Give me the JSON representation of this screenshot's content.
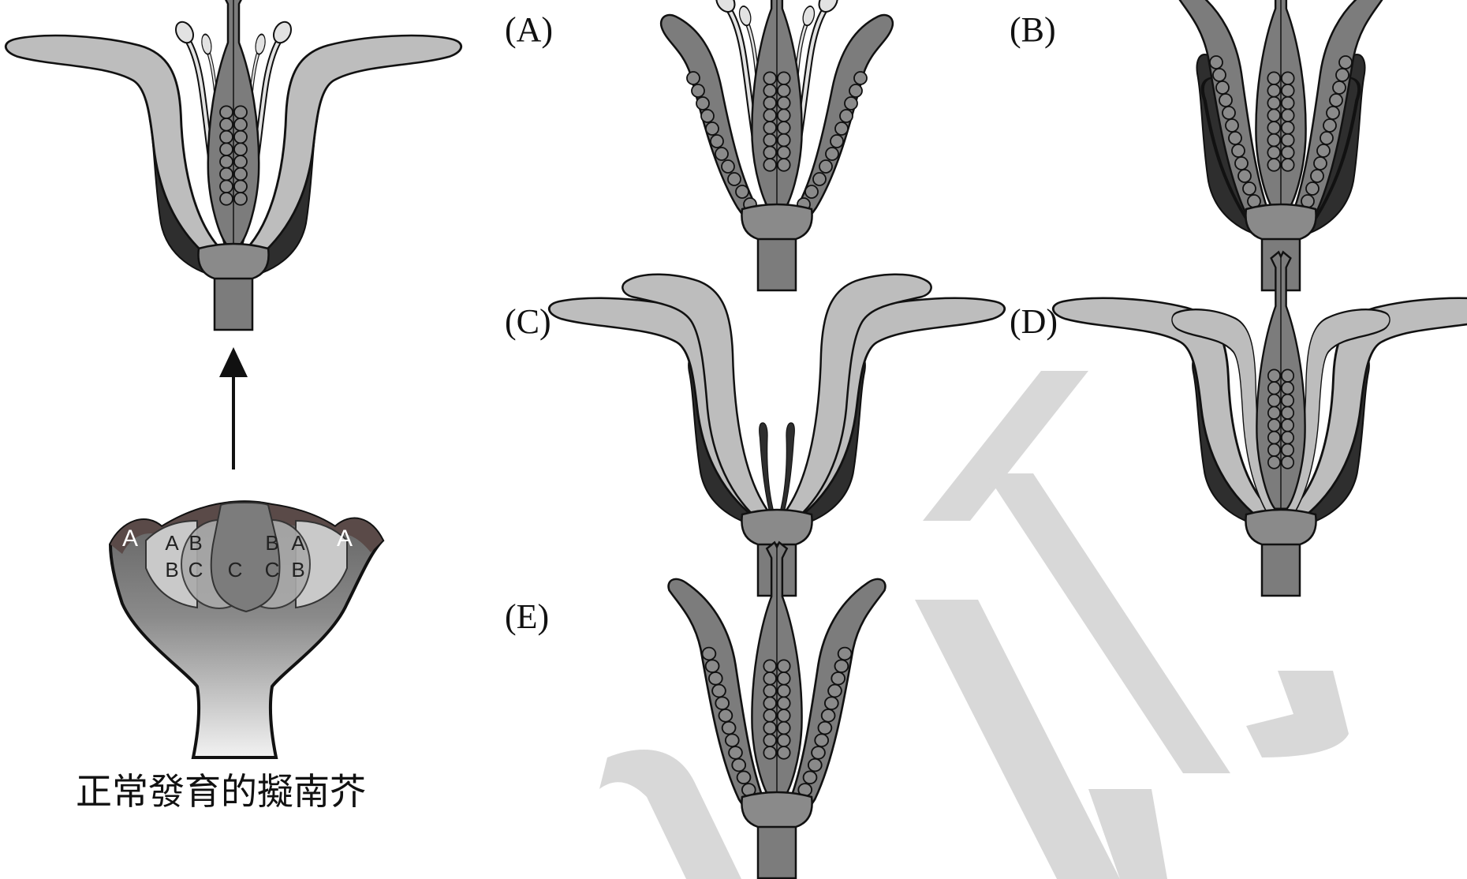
{
  "caption": "正常發育的擬南芥",
  "panels": [
    {
      "id": "A",
      "label": "(A)"
    },
    {
      "id": "B",
      "label": "(B)"
    },
    {
      "id": "C",
      "label": "(C)"
    },
    {
      "id": "D",
      "label": "(D)"
    },
    {
      "id": "E",
      "label": "(E)"
    }
  ],
  "meristem_zones": {
    "outer_left": "A",
    "outer_right": "A",
    "left_top": [
      "A",
      "B"
    ],
    "left_bottom": [
      "B",
      "C"
    ],
    "center": "C",
    "right_top": [
      "B",
      "A"
    ],
    "right_bottom": [
      "C",
      "B"
    ]
  },
  "colors": {
    "sepal": "#2e2e2e",
    "petal": "#bdbdbd",
    "stamen": "#e2e2e2",
    "carpel": "#7c7c7c",
    "watermark": "#d6d6d6"
  }
}
